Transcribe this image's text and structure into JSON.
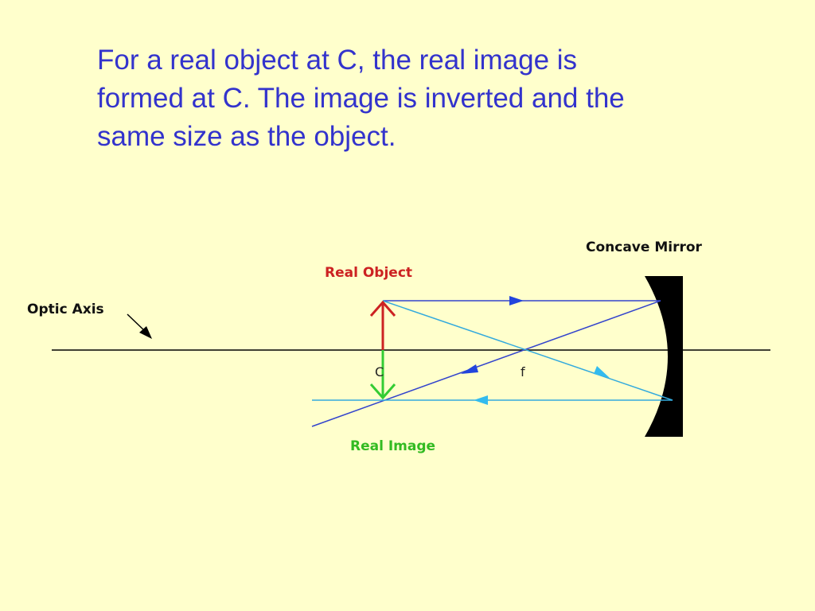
{
  "caption": {
    "lines": [
      "For a real object at C, the real image is",
      "formed at C. The image is inverted and the",
      "same size as the object."
    ]
  },
  "diagram": {
    "labels": {
      "optic_axis": "Optic Axis",
      "real_object": "Real Object",
      "real_image": "Real Image",
      "concave_mirror": "Concave Mirror",
      "point_c": "C",
      "point_f": "f"
    },
    "colors": {
      "background": "#FFFFCC",
      "caption_text": "#3333CC",
      "axis": "#000000",
      "mirror": "#000000",
      "object_arrow": "#CC2222",
      "image_arrow": "#33CC33",
      "ray_blue": "#3344CC",
      "ray_cyan": "#33AADD"
    }
  }
}
